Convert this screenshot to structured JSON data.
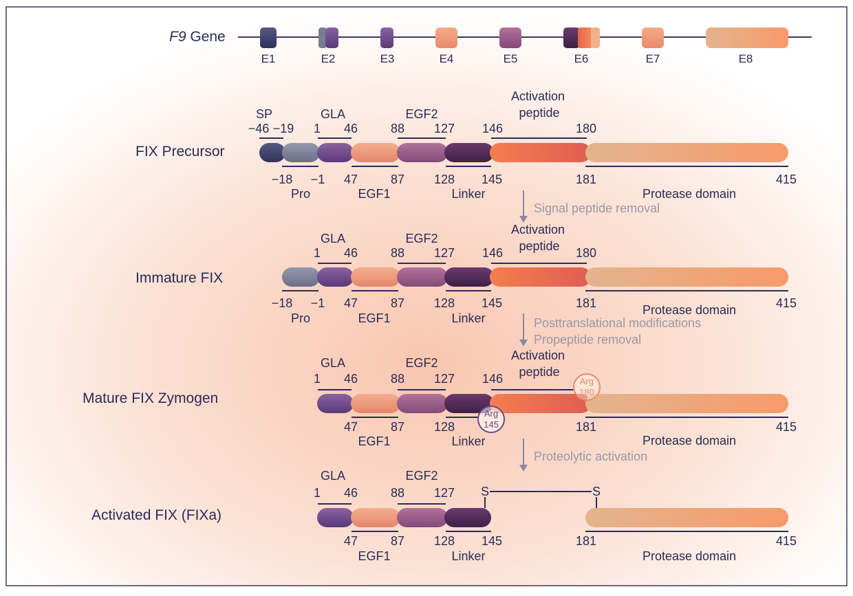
{
  "colors": {
    "ink": "#2b2b55",
    "frame": "#3a3a5a",
    "arrow": "#8a88a0",
    "note": "#9a98a6",
    "sp": "#3c3e66",
    "pro": "#7a7c92",
    "gla": "#6a4a86",
    "egf1": "#ee9a7a",
    "egf2": "#9c5c86",
    "linker": "#4e2c58",
    "activation": "#f0784e",
    "protease": "#eda07c",
    "arg145": "#6a4a86",
    "arg180": "#f08a6a"
  },
  "gene": {
    "label_italic": "F9",
    "label_rest": " Gene",
    "exons": [
      "E1",
      "E2",
      "E3",
      "E4",
      "E5",
      "E6",
      "E7",
      "E8"
    ]
  },
  "rows": [
    {
      "title": "FIX Precursor",
      "labels_top": [
        {
          "text": "SP"
        },
        {
          "text": "GLA"
        },
        {
          "text": "EGF2"
        },
        {
          "text": "Activation"
        },
        {
          "text": "peptide"
        },
        {
          "text": "−46"
        },
        {
          "text": "−19"
        },
        {
          "text": "1"
        },
        {
          "text": "46"
        },
        {
          "text": "88"
        },
        {
          "text": "127"
        },
        {
          "text": "146"
        },
        {
          "text": "180"
        }
      ],
      "labels_bottom": [
        {
          "text": "−18"
        },
        {
          "text": "−1"
        },
        {
          "text": "47"
        },
        {
          "text": "87"
        },
        {
          "text": "128"
        },
        {
          "text": "145"
        },
        {
          "text": "181"
        },
        {
          "text": "415"
        },
        {
          "text": "Pro"
        },
        {
          "text": "EGF1"
        },
        {
          "text": "Linker"
        },
        {
          "text": "Protease domain"
        }
      ]
    },
    {
      "title": "Immature FIX",
      "labels_top": [
        {
          "text": "GLA"
        },
        {
          "text": "EGF2"
        },
        {
          "text": "Activation"
        },
        {
          "text": "peptide"
        },
        {
          "text": "1"
        },
        {
          "text": "46"
        },
        {
          "text": "88"
        },
        {
          "text": "127"
        },
        {
          "text": "146"
        },
        {
          "text": "180"
        }
      ],
      "labels_bottom": [
        {
          "text": "−18"
        },
        {
          "text": "−1"
        },
        {
          "text": "47"
        },
        {
          "text": "87"
        },
        {
          "text": "128"
        },
        {
          "text": "145"
        },
        {
          "text": "181"
        },
        {
          "text": "415"
        },
        {
          "text": "Pro"
        },
        {
          "text": "EGF1"
        },
        {
          "text": "Linker"
        },
        {
          "text": "Protease domain"
        }
      ]
    },
    {
      "title": "Mature FIX Zymogen",
      "labels_top": [
        {
          "text": "GLA"
        },
        {
          "text": "EGF2"
        },
        {
          "text": "Activation"
        },
        {
          "text": "peptide"
        },
        {
          "text": "1"
        },
        {
          "text": "46"
        },
        {
          "text": "88"
        },
        {
          "text": "127"
        },
        {
          "text": "146"
        }
      ],
      "labels_bottom": [
        {
          "text": "47"
        },
        {
          "text": "87"
        },
        {
          "text": "128"
        },
        {
          "text": "181"
        },
        {
          "text": "415"
        },
        {
          "text": "EGF1"
        },
        {
          "text": "Linker"
        },
        {
          "text": "Protease domain"
        }
      ],
      "arg145": [
        "Arg",
        "145"
      ],
      "arg180": [
        "Arg",
        "180"
      ]
    },
    {
      "title": "Activated FIX (FIXa)",
      "labels_top": [
        {
          "text": "GLA"
        },
        {
          "text": "EGF2"
        },
        {
          "text": "1"
        },
        {
          "text": "46"
        },
        {
          "text": "88"
        },
        {
          "text": "127"
        },
        {
          "text": "S"
        },
        {
          "text": "S"
        }
      ],
      "labels_bottom": [
        {
          "text": "47"
        },
        {
          "text": "87"
        },
        {
          "text": "128"
        },
        {
          "text": "145"
        },
        {
          "text": "181"
        },
        {
          "text": "415"
        },
        {
          "text": "EGF1"
        },
        {
          "text": "Linker"
        },
        {
          "text": "Protease domain"
        }
      ]
    }
  ],
  "steps": [
    {
      "lines": [
        "Signal peptide removal"
      ]
    },
    {
      "lines": [
        "Posttranslational modifications",
        "Propeptide removal"
      ]
    },
    {
      "lines": [
        "Proteolytic activation"
      ]
    }
  ]
}
